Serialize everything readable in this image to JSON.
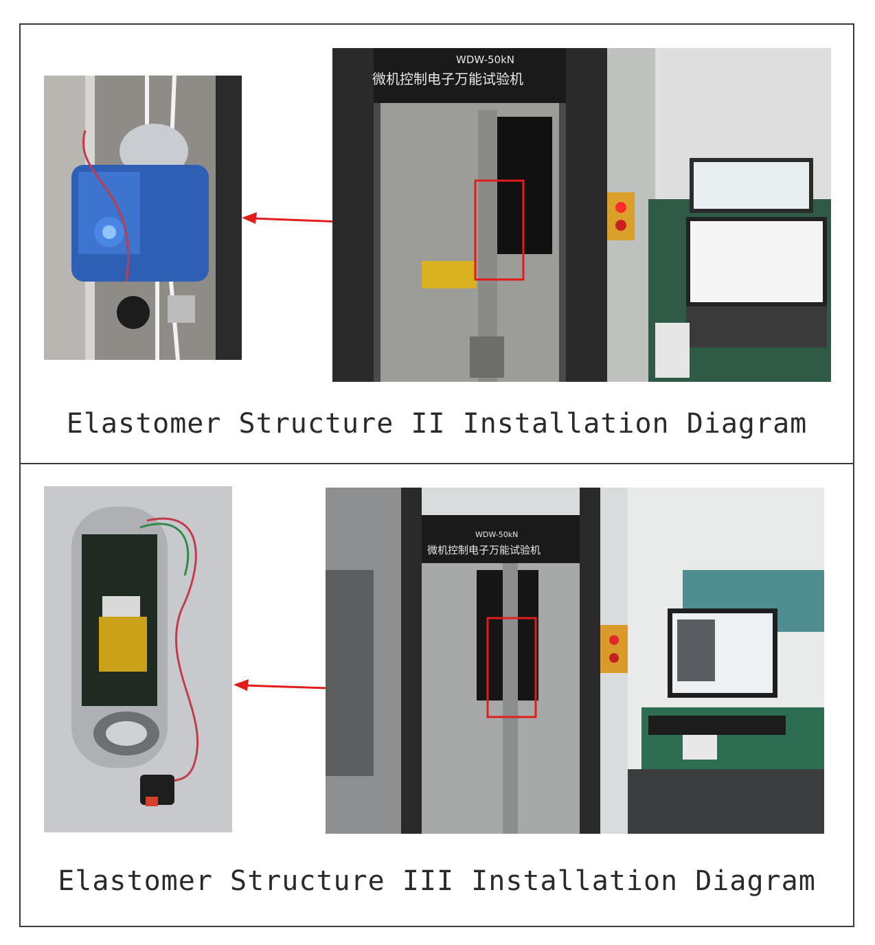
{
  "panels": [
    {
      "caption": "Elastomer Structure II Installation Diagram",
      "machine_model": "WDW-50kN",
      "machine_name": "微机控制电子万能试验机"
    },
    {
      "caption": "Elastomer Structure III Installation Diagram",
      "machine_model": "WDW-50kN",
      "machine_name": "微机控制电子万能试验机"
    }
  ],
  "colors": {
    "highlight_box": "#e21b1b",
    "arrow": "#e21b1b",
    "frame": "#3a3a3a"
  }
}
